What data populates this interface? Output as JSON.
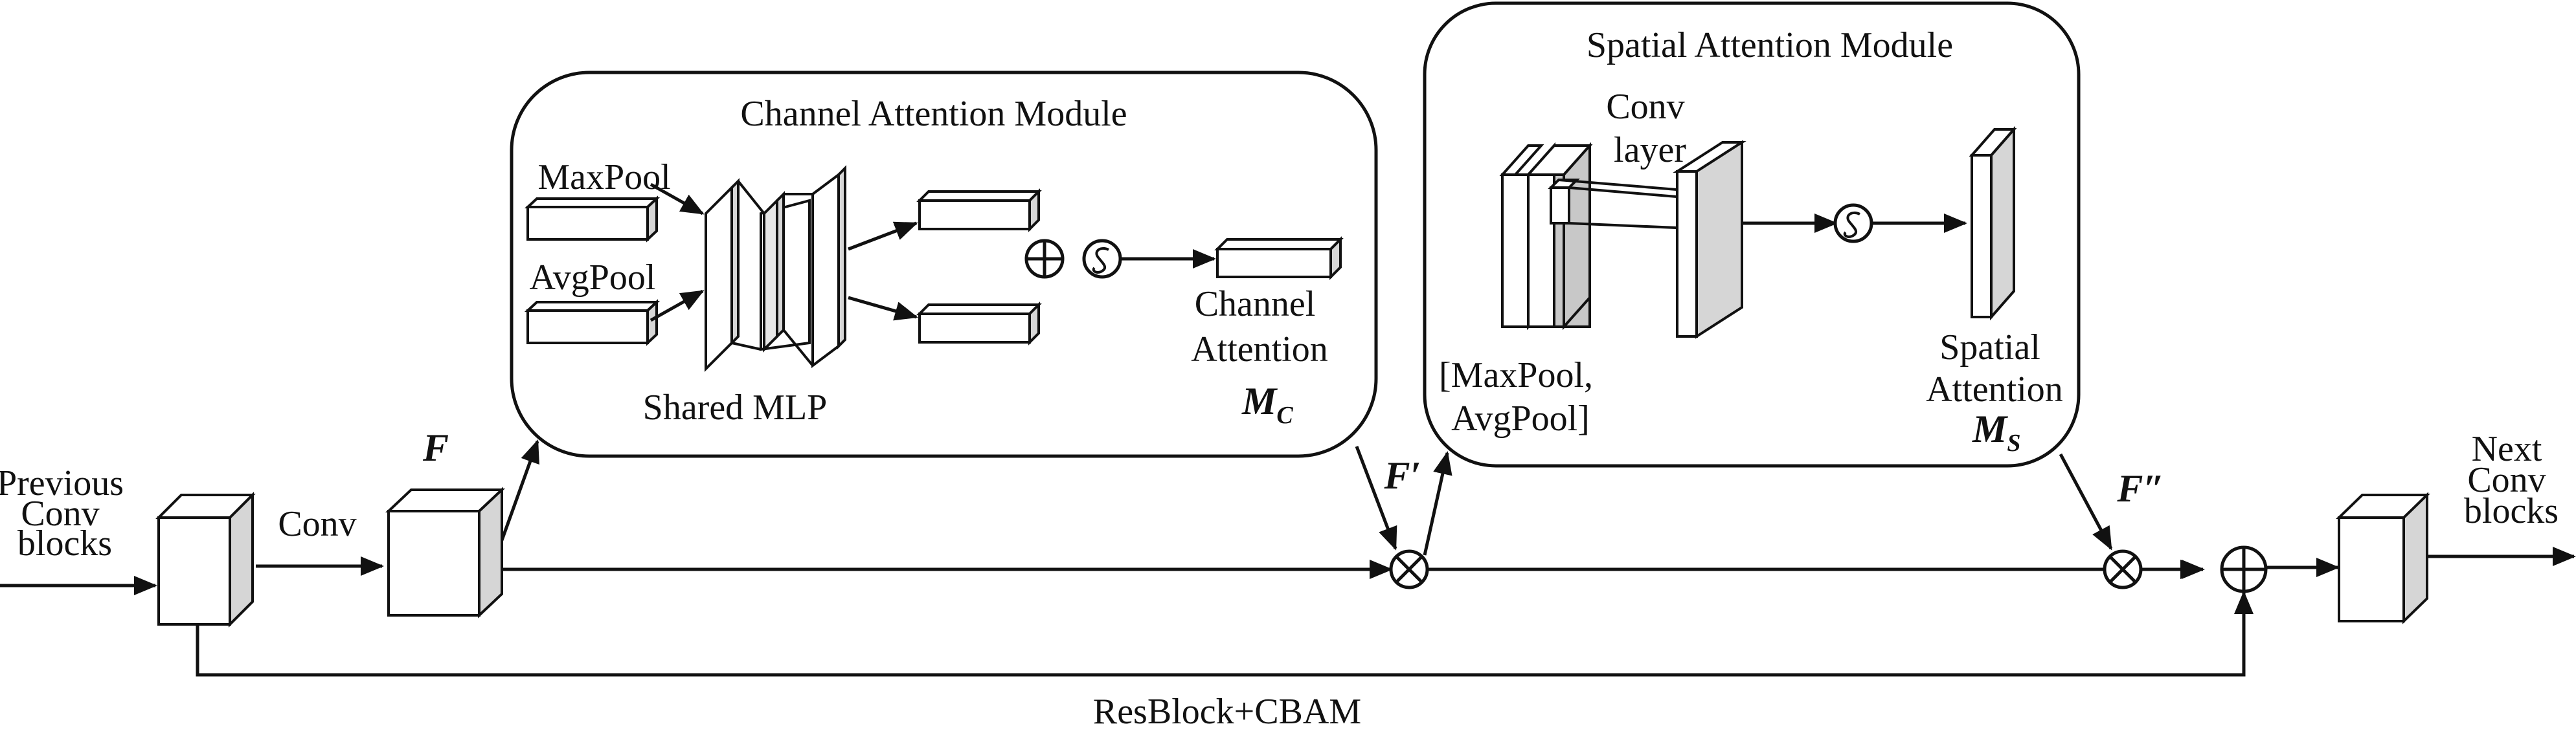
{
  "labels": {
    "input": [
      "Previous",
      "Conv",
      "blocks"
    ],
    "conv": "Conv",
    "F": "F",
    "F_prime": "F′",
    "F_double_prime": "F″",
    "output": [
      "Next",
      "Conv",
      "blocks"
    ],
    "caption": "ResBlock+CBAM"
  },
  "channel_module": {
    "title": "Channel Attention Module",
    "maxpool": "MaxPool",
    "avgpool": "AvgPool",
    "shared_mlp": "Shared MLP",
    "output_lines": [
      "Channel",
      "Attention"
    ],
    "symbol_main": "M",
    "symbol_sub": "C"
  },
  "spatial_module": {
    "title": "Spatial Attention Module",
    "conv_layer": [
      "Conv",
      "layer"
    ],
    "pool_lines": [
      "[MaxPool,",
      "AvgPool]"
    ],
    "output_lines": [
      "Spatial",
      "Attention"
    ],
    "symbol_main": "M",
    "symbol_sub": "S"
  }
}
